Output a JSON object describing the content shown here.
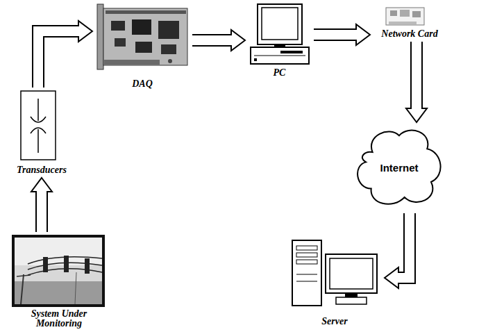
{
  "diagram": {
    "nodes": [
      {
        "text": [
          "DAQ"
        ]
      },
      {
        "text": [
          "PC"
        ]
      },
      {
        "text": [
          "Network Card"
        ]
      },
      {
        "text": [
          "Transducers"
        ]
      },
      {
        "text": [
          "Internet"
        ]
      },
      {
        "text": [
          "System Under Monitoring"
        ]
      },
      {
        "text": [
          "Server"
        ]
      }
    ],
    "edges": [
      {
        "from": 5,
        "to": 3,
        "arrow": "to"
      },
      {
        "from": 3,
        "to": 0,
        "arrow": "to"
      },
      {
        "from": 0,
        "to": 1,
        "arrow": "to"
      },
      {
        "from": 1,
        "to": 2,
        "arrow": "to"
      },
      {
        "from": 2,
        "to": 4,
        "arrow": "to"
      },
      {
        "from": 4,
        "to": 6,
        "arrow": "to"
      }
    ]
  }
}
